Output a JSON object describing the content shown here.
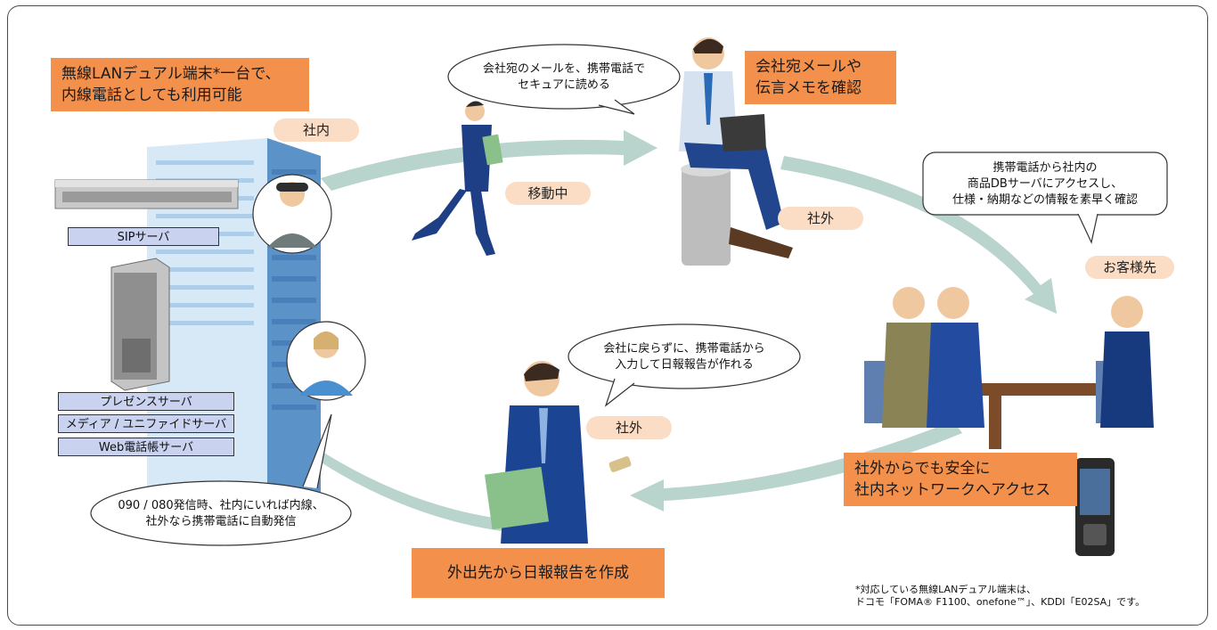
{
  "boxes": {
    "wireless_lan": [
      "無線LANデュアル端末*一台で、",
      "内線電話としても利用可能"
    ],
    "company_mail": [
      "会社宛メールや",
      "伝言メモを確認"
    ],
    "secure_access": [
      "社外からでも安全に",
      "社内ネットワークへアクセス"
    ],
    "daily_report": "外出先から日報報告を作成"
  },
  "pills": {
    "inside": "社内",
    "moving": "移動中",
    "outside_top": "社外",
    "customer": "お客様先",
    "outside_bottom": "社外"
  },
  "servers": {
    "sip": "SIPサーバ",
    "presence": "プレゼンスサーバ",
    "media": "メディア / ユニファイドサーバ",
    "webbook": "Web電話帳サーバ"
  },
  "bubbles": {
    "mail": [
      "会社宛のメールを、携帯電話で",
      "セキュアに読める"
    ],
    "db": [
      "携帯電話から社内の",
      "商品DBサーバにアクセスし、",
      "仕様・納期などの情報を素早く確認"
    ],
    "report": [
      "会社に戻らずに、携帯電話から",
      "入力して日報報告が作れる"
    ],
    "call": [
      "090 / 080発信時、社内にいれば内線、",
      "社外なら携帯電話に自動発信"
    ]
  },
  "footnote": [
    "*対応している無線LANデュアル端末は、",
    "ドコモ「FOMA® F1100、onefone™」、KDDI「E02SA」です。"
  ],
  "colors": {
    "orange": "#f2904c",
    "pill": "#fbdcc4",
    "server": "#c9d2ee",
    "arrow": "#b9d3cd",
    "building": "#5b92c8"
  }
}
